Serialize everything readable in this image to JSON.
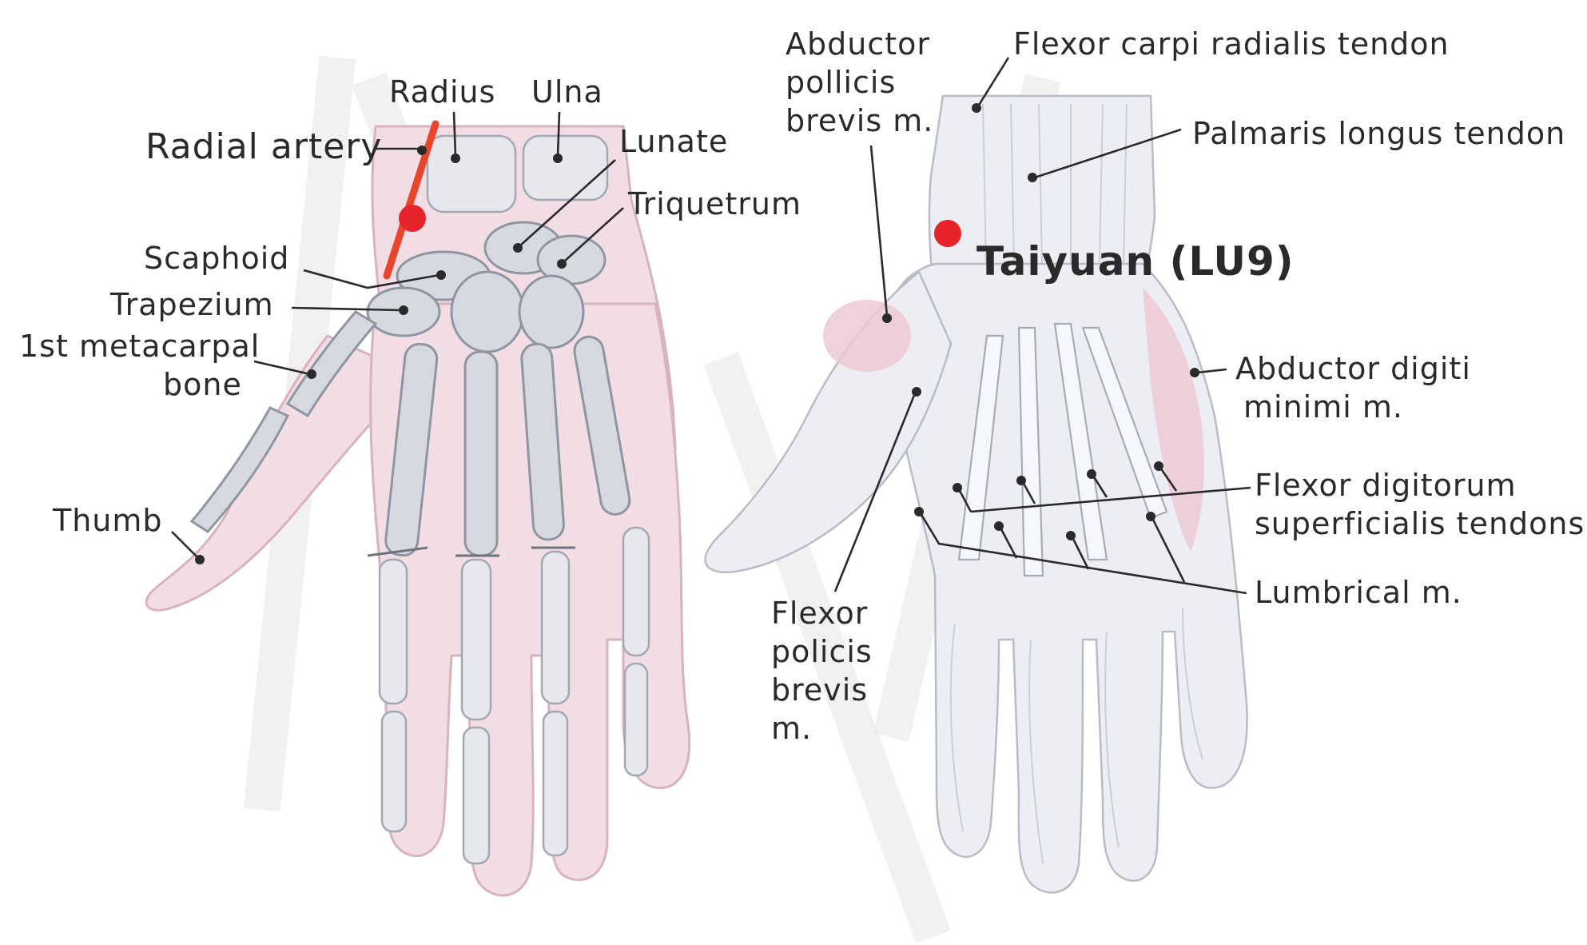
{
  "labels": {
    "radius": "Radius",
    "ulna": "Ulna",
    "radial_artery": "Radial artery",
    "lunate": "Lunate",
    "triquetrum": "Triquetrum",
    "scaphoid": "Scaphoid",
    "trapezium": "Trapezium",
    "first_metacarpal_1": "1st metacarpal",
    "first_metacarpal_2": "bone",
    "thumb": "Thumb",
    "abductor_pollicis_1": "Abductor",
    "abductor_pollicis_2": "pollicis",
    "abductor_pollicis_3": "brevis m.",
    "flexor_carpi_radialis": "Flexor carpi radialis tendon",
    "palmaris_longus": "Palmaris longus tendon",
    "taiyuan": "Taiyuan (LU9)",
    "abductor_digiti_1": "Abductor digiti",
    "abductor_digiti_2": "minimi m.",
    "fds_1": "Flexor digitorum",
    "fds_2": "superficialis tendons",
    "lumbrical": "Lumbrical m.",
    "flexor_pollicis_1": "Flexor",
    "flexor_pollicis_2": "policis",
    "flexor_pollicis_3": "brevis",
    "flexor_pollicis_4": "m."
  },
  "colors": {
    "acupoint": "#e5242b",
    "artery": "#e8452c",
    "leader": "#2a2a2a",
    "skin": "#f3dde4"
  }
}
